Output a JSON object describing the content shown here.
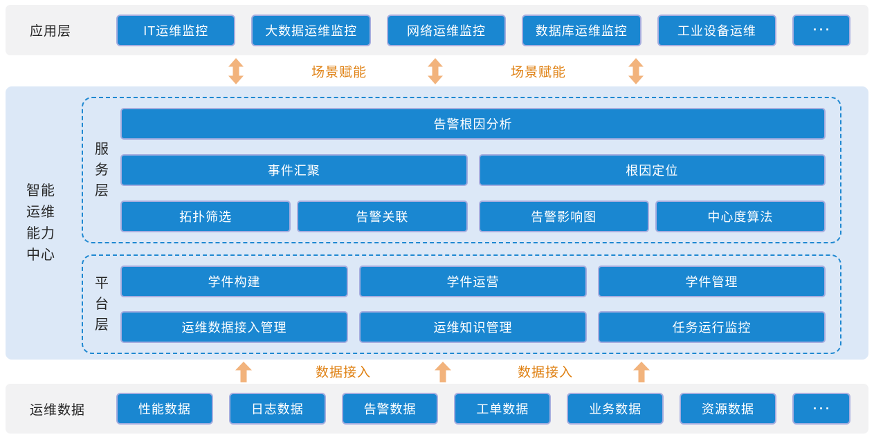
{
  "app_layer": {
    "label": "应用层",
    "items": [
      "IT运维监控",
      "大数据运维监控",
      "网络运维监控",
      "数据库运维监控",
      "工业设备运维"
    ],
    "more": "···"
  },
  "scene_arrows": {
    "label1": "场景赋能",
    "label2": "场景赋能"
  },
  "center": {
    "label": "智能\n运维\n能力\n中心",
    "service": {
      "label": "服\n务\n层",
      "row1": [
        "告警根因分析"
      ],
      "row2": [
        "事件汇聚",
        "根因定位"
      ],
      "row3": [
        "拓扑筛选",
        "告警关联",
        "告警影响图",
        "中心度算法"
      ]
    },
    "platform": {
      "label": "平\n台\n层",
      "row1": [
        "学件构建",
        "学件运营",
        "学件管理"
      ],
      "row2": [
        "运维数据接入管理",
        "运维知识管理",
        "任务运行监控"
      ]
    }
  },
  "data_arrows": {
    "label1": "数据接入",
    "label2": "数据接入"
  },
  "data_layer": {
    "label": "运维数据",
    "items": [
      "性能数据",
      "日志数据",
      "告警数据",
      "工单数据",
      "业务数据",
      "资源数据"
    ],
    "more": "···"
  },
  "colors": {
    "box_blue": "#1a87d1",
    "box_border": "#a6addf",
    "band_bg": "#f2f2f3",
    "center_bg": "#dce8f7",
    "dashed_border": "#1f88d1",
    "arrow_orange": "#f2b37c",
    "arrow_label_orange": "#df8012",
    "label_dark": "#262626"
  }
}
